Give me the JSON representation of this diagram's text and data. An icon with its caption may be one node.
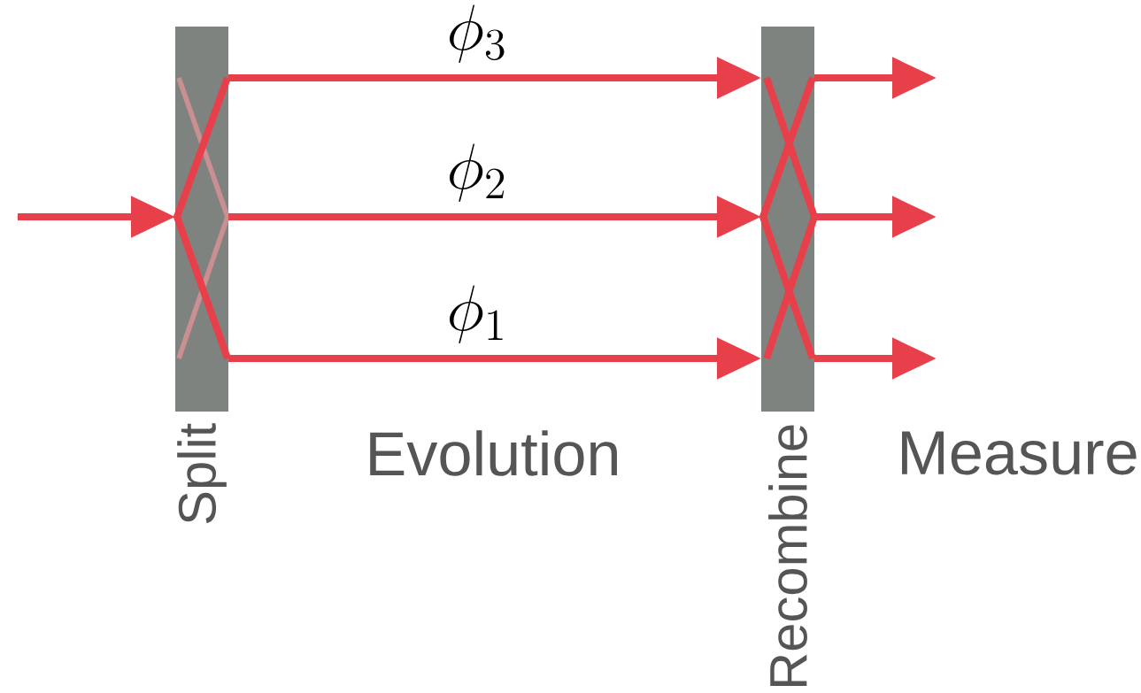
{
  "diagram": {
    "nodes": [
      {
        "text": [
          "Split"
        ]
      },
      {
        "text": [
          "Recombine"
        ]
      }
    ],
    "edges": [
      {
        "from": null,
        "to": 0,
        "arrow": "to"
      },
      {
        "from": 0,
        "to": 1,
        "arrow": "to",
        "label": "\\phi_3"
      },
      {
        "from": 0,
        "to": 1,
        "arrow": "to",
        "label": "\\phi_2"
      },
      {
        "from": 0,
        "to": 1,
        "arrow": "to",
        "label": "\\phi_1"
      },
      {
        "from": 1,
        "to": null,
        "arrow": "to"
      },
      {
        "from": 1,
        "to": null,
        "arrow": "to"
      },
      {
        "from": 1,
        "to": null,
        "arrow": "to"
      }
    ],
    "labels": [
      "Evolution",
      "Measure"
    ]
  }
}
